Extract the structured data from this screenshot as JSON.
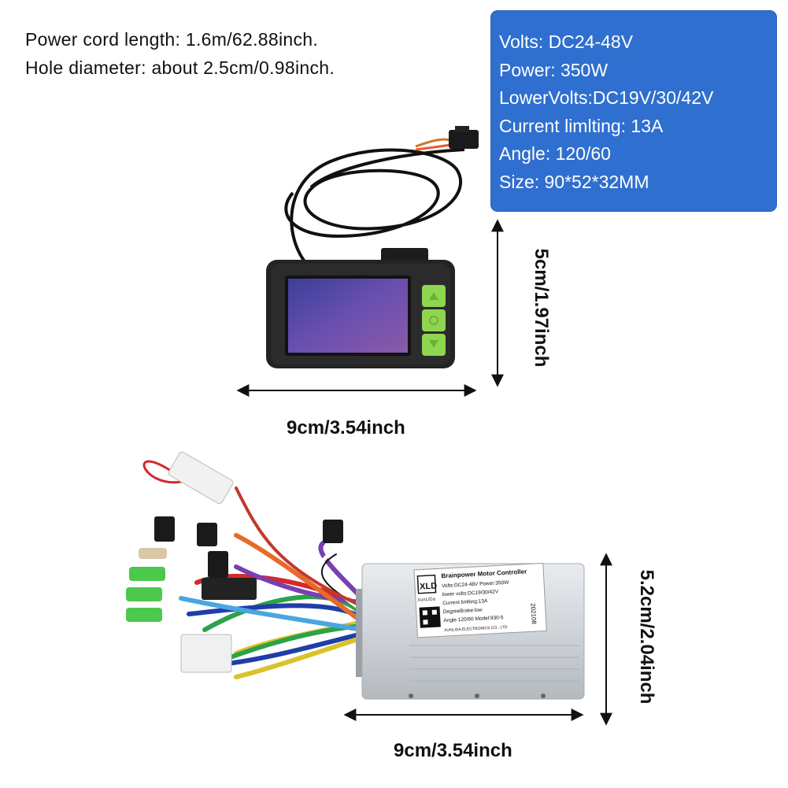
{
  "intro": {
    "line1": "Power cord length: 1.6m/62.88inch.",
    "line2": "Hole diameter: about 2.5cm/0.98inch."
  },
  "specs": [
    "Volts: DC24-48V",
    "Power: 350W",
    "LowerVolts:DC19V/30/42V",
    "Current limlting: 13A",
    "Angle: 120/60",
    "Size: 90*52*32MM"
  ],
  "display_dims": {
    "height": "5cm/1.97inch",
    "width": "9cm/3.54inch"
  },
  "controller_dims": {
    "height": "5.2cm/2.04inch",
    "width": "9cm/3.54inch"
  },
  "label": {
    "brand": "XLD",
    "brand_sub": "XunLiDa",
    "title": "Brainpower Motor Controller",
    "line1": "Volts:DC24-48V   Power:350W",
    "line2": "lower volts:DC19/30/42V",
    "line3": "Current limlting:13A",
    "line4": "DegreeBrake:low",
    "line5": "Angle 120/60  Model:930-5",
    "footer": "XUNLIDA ELECTRONICS CO., LTD",
    "date": "202108"
  },
  "colors": {
    "spec_box": "#2f6fcf",
    "display_button": "#8fd650",
    "screen": "#5a4ea8"
  }
}
